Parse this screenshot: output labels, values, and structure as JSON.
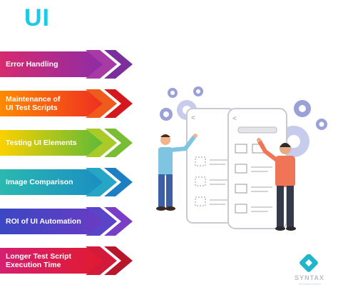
{
  "title": "UI",
  "items": [
    {
      "label": "Error Handling",
      "color_from": "#d62a6f",
      "color_to": "#8b2ca8",
      "chev1": "#a83aa6",
      "chev2": "#7a2f9a"
    },
    {
      "label": "Maintenance of\nUI Test Scripts",
      "color_from": "#ff8a00",
      "color_to": "#ee2a24",
      "chev1": "#ef5a1d",
      "chev2": "#d4181d"
    },
    {
      "label": "Testing UI Elements",
      "color_from": "#fbd100",
      "color_to": "#59b93a",
      "chev1": "#a8cb2a",
      "chev2": "#79bd34"
    },
    {
      "label": "Image Comparison",
      "color_from": "#2ab9b0",
      "color_to": "#1a8cc3",
      "chev1": "#26a6c4",
      "chev2": "#1d7fc1"
    },
    {
      "label": "ROI of UI Automation",
      "color_from": "#3b47c4",
      "color_to": "#6b3bc3",
      "chev1": "#5a44c7",
      "chev2": "#7a3ec6"
    },
    {
      "label": "Longer Test Script\nExecution Time",
      "color_from": "#d51f70",
      "color_to": "#e11a2c",
      "chev1": "#d41a3a",
      "chev2": "#b8162a"
    }
  ],
  "logo": {
    "name": "SYNTAX",
    "sub": "TECHNOLOGIES",
    "color": "#1fb6c9"
  }
}
